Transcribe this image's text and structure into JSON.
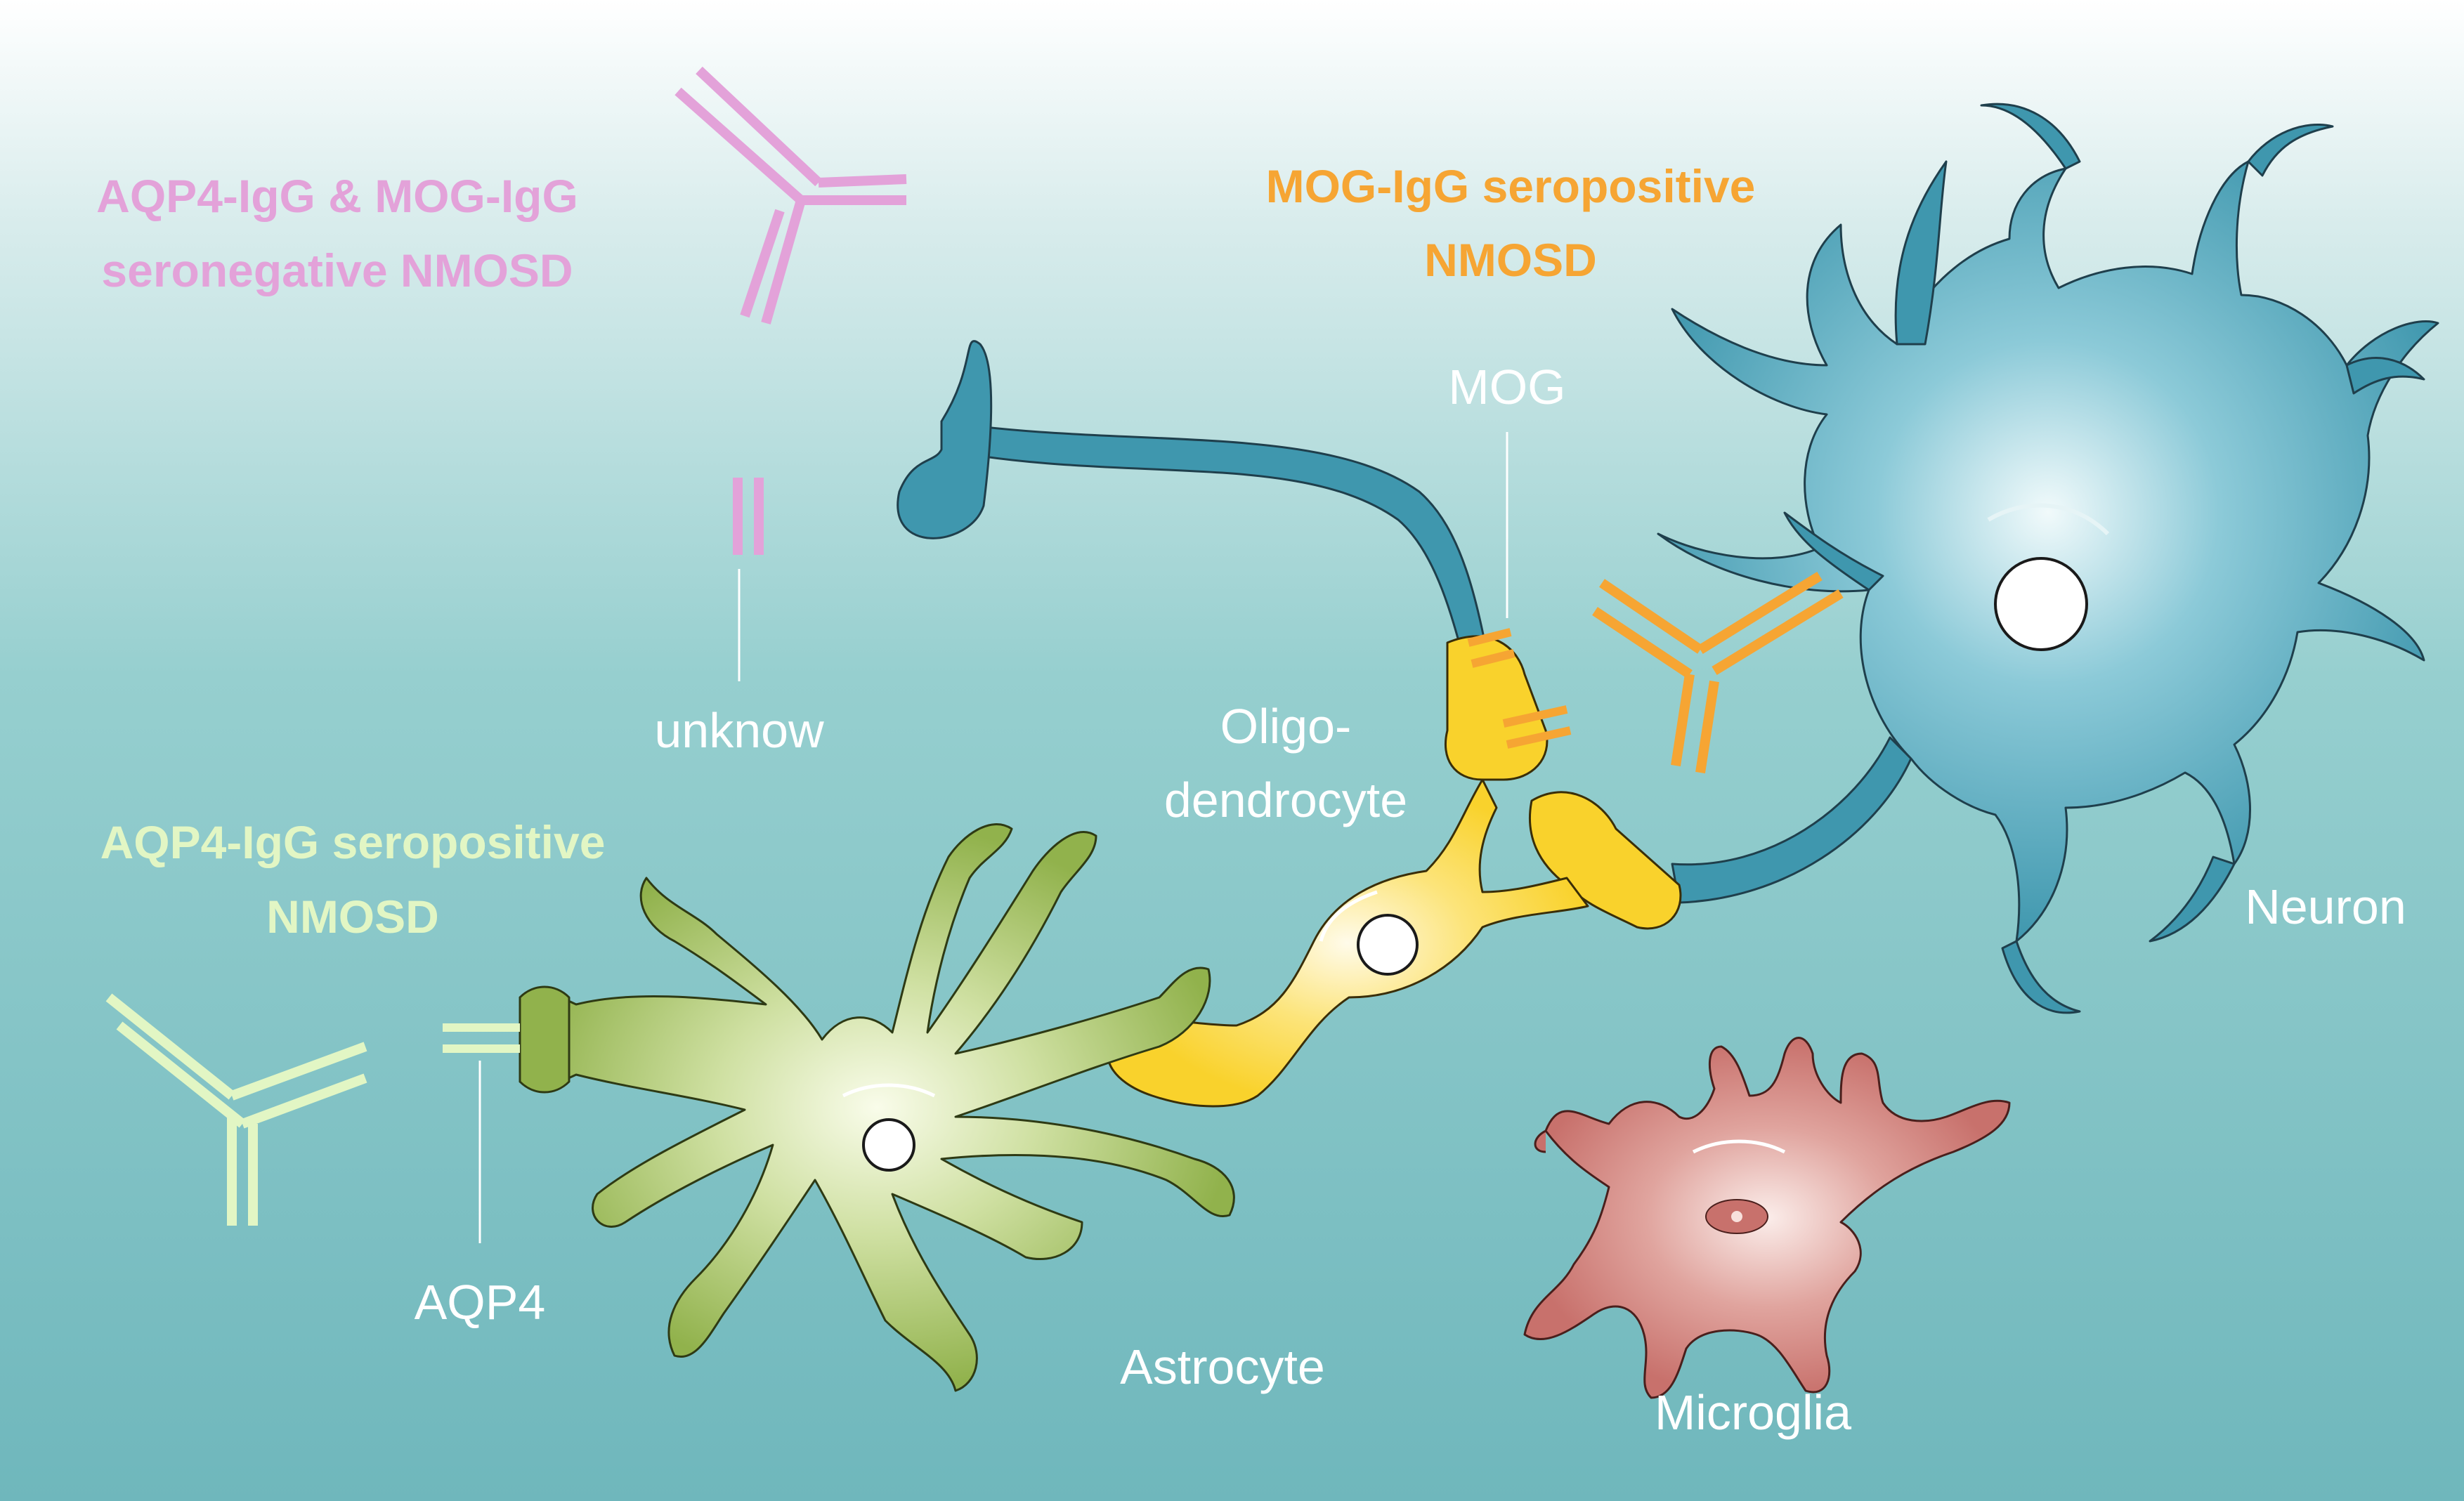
{
  "groups": {
    "seronegative": {
      "line1": "AQP4-IgG & MOG-IgG",
      "line2": "seronegative NMOSD",
      "color": "#E3A2D9"
    },
    "mog": {
      "line1": "MOG-IgG seropositive",
      "line2": "NMOSD",
      "color": "#F6A533"
    },
    "aqp4": {
      "line1": "AQP4-IgG seropositive",
      "line2": "NMOSD",
      "color": "#E2F6C4"
    }
  },
  "antigens": {
    "unknown": "unknow",
    "mog": "MOG",
    "aqp4": "AQP4"
  },
  "cells": {
    "oligodendrocyte_line1": "Oligo-",
    "oligodendrocyte_line2": "dendrocyte",
    "neuron": "Neuron",
    "astrocyte": "Astrocyte",
    "microglia": "Microglia"
  },
  "colors": {
    "background_top": "#FFFFFF",
    "background_bottom": "#6FB7BC",
    "neuron": "#3F97AE",
    "oligodendrocyte": "#F9D22C",
    "astrocyte": "#91B24C",
    "microglia": "#C8716C",
    "label": "#FFFFFF"
  }
}
